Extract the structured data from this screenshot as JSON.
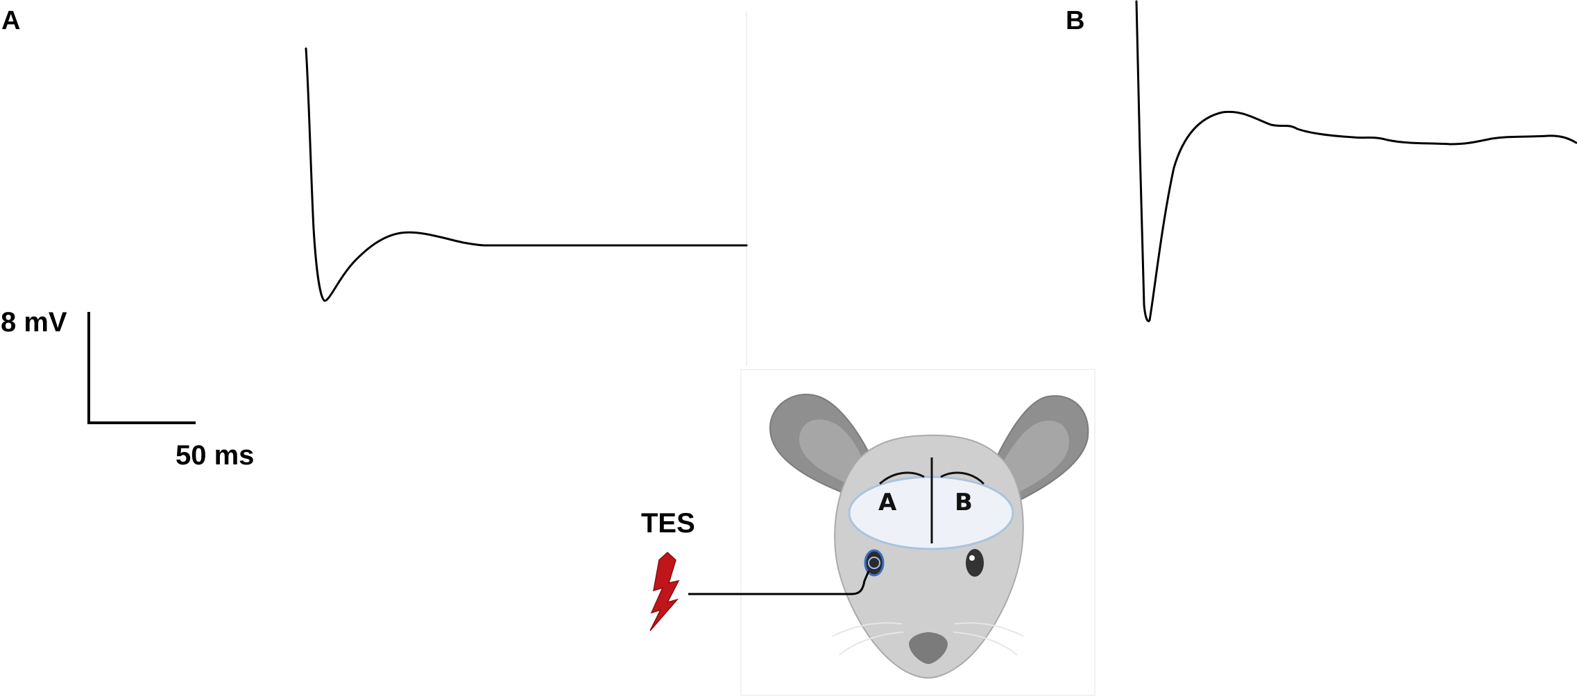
{
  "panels": {
    "a_label": "A",
    "b_label": "B"
  },
  "scale_bar": {
    "voltage_label": "8 mV",
    "time_label": "50 ms"
  },
  "stimulus": {
    "label": "TES",
    "icon": "lightning-bolt-icon",
    "color": "#c0161b"
  },
  "mouse": {
    "region_a_label": "A",
    "region_b_label": "B",
    "recording_region_color": "#a9c4de"
  }
}
